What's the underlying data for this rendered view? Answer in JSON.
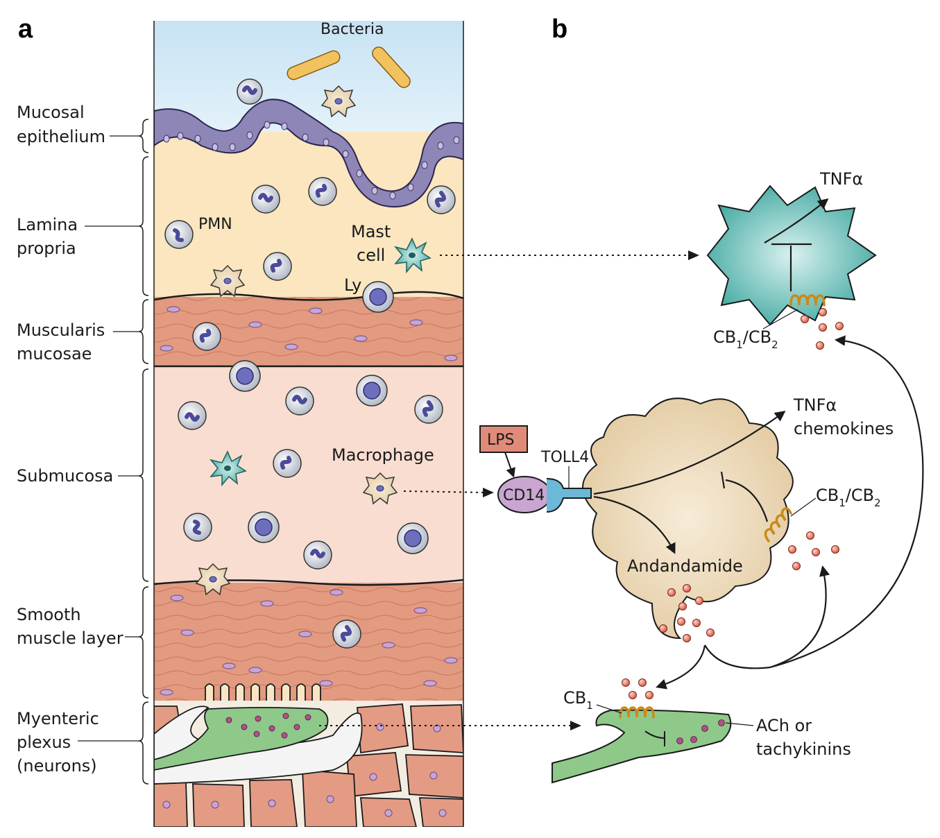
{
  "panels": {
    "a": "a",
    "b": "b"
  },
  "layers": {
    "mucosal_epithelium": [
      "Mucosal",
      "epithelium"
    ],
    "lamina_propria": [
      "Lamina",
      "propria"
    ],
    "muscularis_mucosae": [
      "Muscularis",
      "mucosae"
    ],
    "submucosa": [
      "Submucosa"
    ],
    "smooth_muscle": [
      "Smooth",
      "muscle layer"
    ],
    "myenteric_plexus": [
      "Myenteric",
      "plexus",
      "(neurons)"
    ]
  },
  "cells_a": {
    "bacteria": "Bacteria",
    "pmn": "PMN",
    "mast_cell": [
      "Mast",
      "cell"
    ],
    "ly": "Ly",
    "macrophage": "Macrophage"
  },
  "panel_b": {
    "tnf_top": "TNFα",
    "cb1cb2_top": [
      "CB",
      "1",
      "/CB",
      "2"
    ],
    "lps": "LPS",
    "cd14": "CD14",
    "toll4": "TOLL4",
    "tnf_chemokines": [
      "TNFα",
      "chemokines"
    ],
    "cb1cb2_mid": [
      "CB",
      "1",
      "/CB",
      "2"
    ],
    "anandamide": "Andandamide",
    "cb1": [
      "CB",
      "1"
    ],
    "ach": [
      "ACh or",
      "tachykinins"
    ]
  },
  "colors": {
    "epithelium": "#8f86b8",
    "lamina": "#fbe6bf",
    "muscle": "#e29a80",
    "submucosa": "#f8ddd0",
    "mast": "#3aa59d",
    "macrophage": "#e9d6b4",
    "neuron": "#8fc98a",
    "vesicle": "#e07060",
    "lps_box": "#e08b7a",
    "cd14": "#c8a6cf"
  }
}
